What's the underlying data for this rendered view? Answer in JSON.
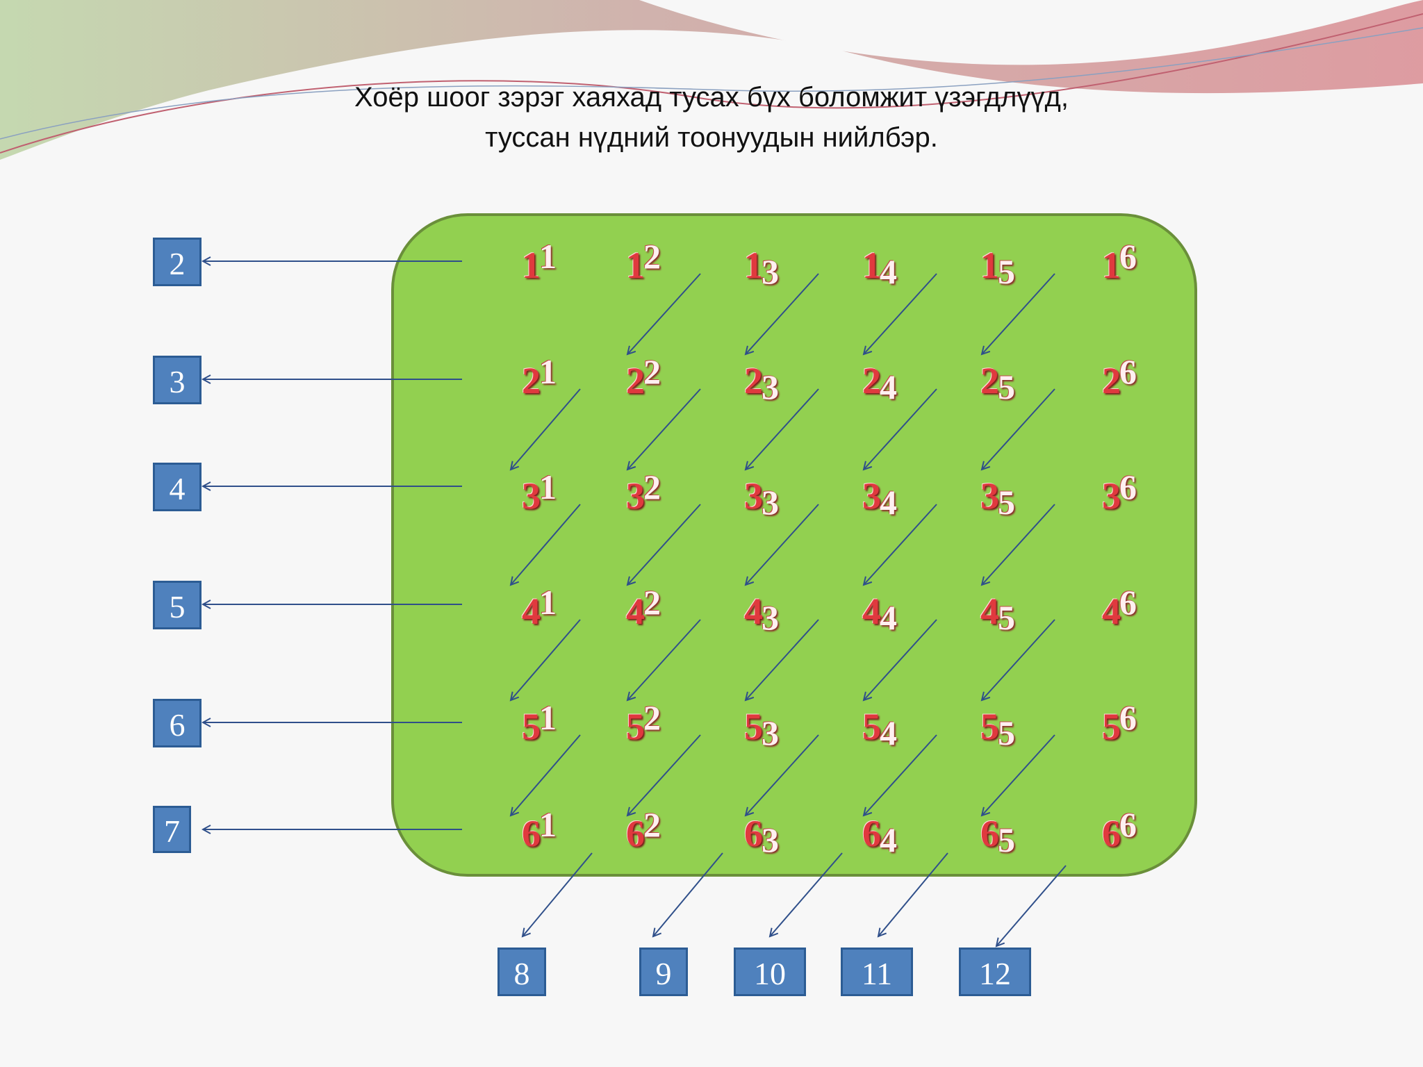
{
  "title": {
    "line1": "Хоёр шоог зэрэг хаяхад тусах бүх боломжит үзэгдлүүд,",
    "line2": "туссан нүдний тоонуудын нийлбэр."
  },
  "grid": [
    [
      "11",
      "12",
      "13",
      "14",
      "15",
      "16"
    ],
    [
      "21",
      "22",
      "23",
      "24",
      "25",
      "26"
    ],
    [
      "31",
      "32",
      "33",
      "34",
      "35",
      "36"
    ],
    [
      "41",
      "42",
      "43",
      "44",
      "45",
      "46"
    ],
    [
      "51",
      "52",
      "53",
      "54",
      "55",
      "56"
    ],
    [
      "61",
      "62",
      "63",
      "64",
      "65",
      "66"
    ]
  ],
  "sums_left": [
    "2",
    "3",
    "4",
    "5",
    "6",
    "7"
  ],
  "sums_bottom": [
    "8",
    "9",
    "10",
    "11",
    "12"
  ],
  "colors": {
    "board": "#92d050",
    "box": "#4f81bd",
    "arrow": "#2f4f8a",
    "digit": "#e0393e"
  }
}
